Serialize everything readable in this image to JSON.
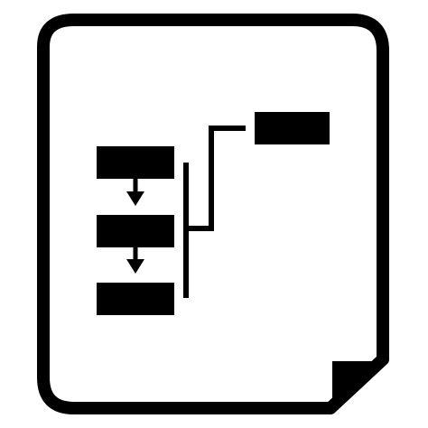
{
  "icon": {
    "semantic": "flowchart-document-icon",
    "colors": {
      "foreground": "#000000",
      "background": "#ffffff"
    },
    "parts": [
      "document-outline",
      "folded-corner",
      "flowchart-box",
      "down-arrow",
      "bracket",
      "connector-line"
    ]
  }
}
